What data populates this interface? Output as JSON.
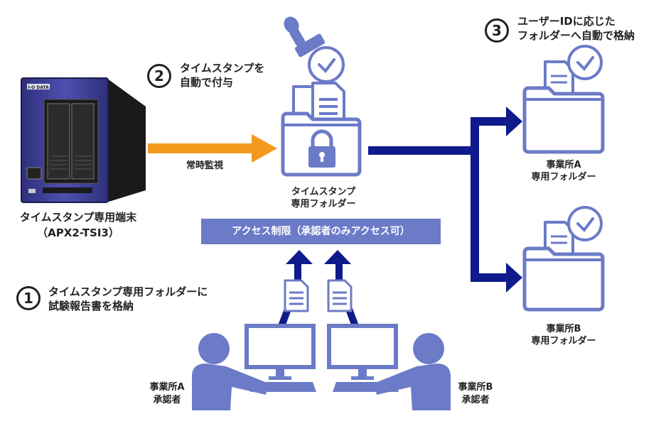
{
  "terminal": {
    "label_line1": "タイムスタンプ専用端末",
    "label_line2": "（APX2-TSI3）",
    "brand": "I-O DATA"
  },
  "monitor_label": "常時監視",
  "ts_folder": {
    "label_line1": "タイムスタンプ",
    "label_line2": "専用フォルダー"
  },
  "access_bar": "アクセス制限（承認者のみアクセス可）",
  "steps": [
    {
      "num": "1",
      "line1": "タイムスタンプ専用フォルダーに",
      "line2": "試験報告書を格納"
    },
    {
      "num": "2",
      "line1": "タイムスタンプを",
      "line2": "自動で付与"
    },
    {
      "num": "3",
      "line1": "ユーザーIDに応じた",
      "line2": "フォルダーへ自動で格納"
    }
  ],
  "office_a_folder": {
    "line1": "事業所A",
    "line2": "専用フォルダー"
  },
  "office_b_folder": {
    "line1": "事業所B",
    "line2": "専用フォルダー"
  },
  "approver_a": {
    "line1": "事業所A",
    "line2": "承認者"
  },
  "approver_b": {
    "line1": "事業所B",
    "line2": "承認者"
  },
  "colors": {
    "accent": "#6b7bc7",
    "navy": "#0f1a8c",
    "orange": "#f39a1e",
    "device": "#4a4ba8"
  }
}
